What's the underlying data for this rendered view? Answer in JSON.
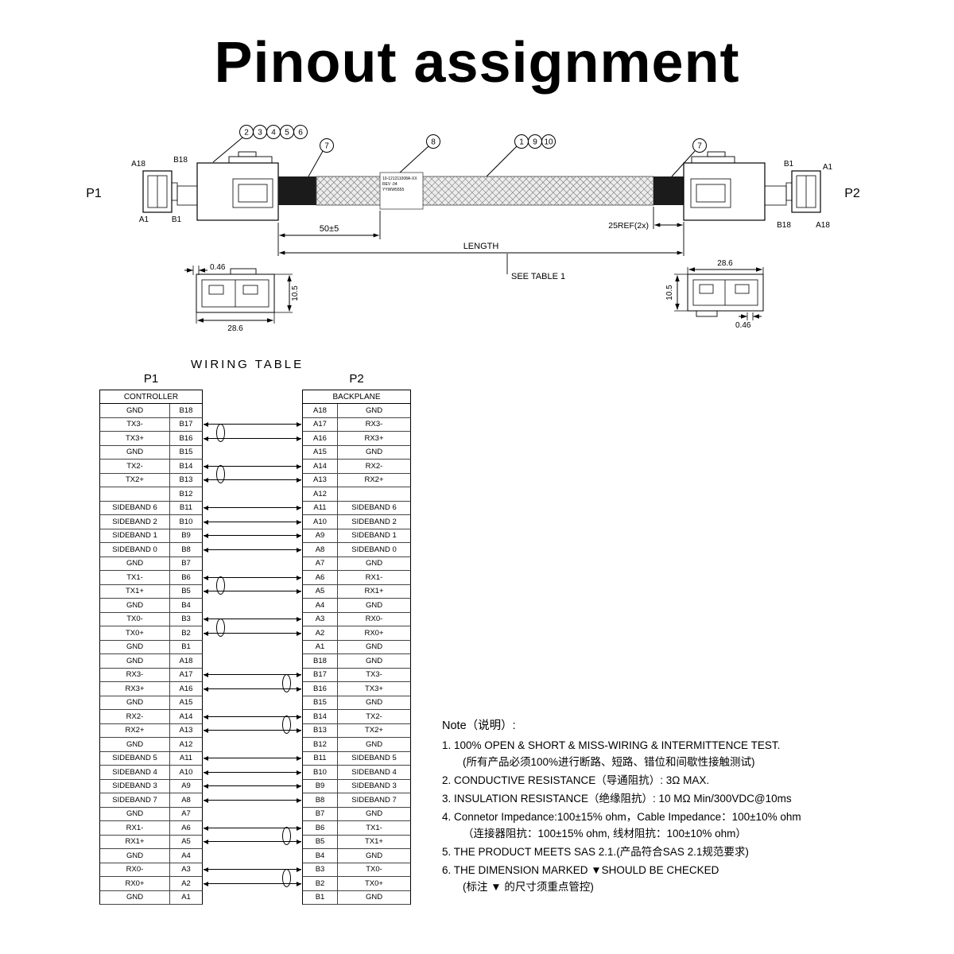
{
  "title": "Pinout assignment",
  "drawing": {
    "p1_label": "P1",
    "p2_label": "P2",
    "balloon_labels": [
      "2",
      "3",
      "4",
      "5",
      "6",
      "7",
      "8",
      "1",
      "9",
      "10",
      "7"
    ],
    "pin_labels": {
      "l_a18": "A18",
      "l_b18": "B18",
      "l_a1": "A1",
      "l_b1": "B1",
      "r_b1": "B1",
      "r_a1": "A1",
      "r_b18": "B18",
      "r_a18": "A18"
    },
    "sticker": [
      "10-121211008A-XX",
      "REV .04",
      "YYWW5555"
    ],
    "dims": {
      "d50": "50±5",
      "d25": "25REF(2x)",
      "length": "LENGTH",
      "see_table": "SEE TABLE 1",
      "lv_w": "0.46",
      "lv_h": "10.5",
      "lv_b": "28.6",
      "rv_t": "28.6",
      "rv_h": "10.5",
      "rv_b": "0.46"
    }
  },
  "wiring": {
    "title": "WIRING TABLE",
    "p1_label": "P1",
    "p2_label": "P2",
    "p1_subtitle": "CONTROLLER",
    "p2_subtitle": "BACKPLANE",
    "rows": [
      {
        "l_sig": "GND",
        "l_pin": "B18",
        "r_pin": "A18",
        "r_sig": "GND",
        "conn": "none"
      },
      {
        "l_sig": "TX3-",
        "l_pin": "B17",
        "r_pin": "A17",
        "r_sig": "RX3-",
        "conn": "pt-l"
      },
      {
        "l_sig": "TX3+",
        "l_pin": "B16",
        "r_pin": "A16",
        "r_sig": "RX3+",
        "conn": "pb"
      },
      {
        "l_sig": "GND",
        "l_pin": "B15",
        "r_pin": "A15",
        "r_sig": "GND",
        "conn": "none"
      },
      {
        "l_sig": "TX2-",
        "l_pin": "B14",
        "r_pin": "A14",
        "r_sig": "RX2-",
        "conn": "pt-l"
      },
      {
        "l_sig": "TX2+",
        "l_pin": "B13",
        "r_pin": "A13",
        "r_sig": "RX2+",
        "conn": "pb"
      },
      {
        "l_sig": "",
        "l_pin": "B12",
        "r_pin": "A12",
        "r_sig": "",
        "conn": "none"
      },
      {
        "l_sig": "SIDEBAND 6",
        "l_pin": "B11",
        "r_pin": "A11",
        "r_sig": "SIDEBAND 6",
        "conn": "single"
      },
      {
        "l_sig": "SIDEBAND 2",
        "l_pin": "B10",
        "r_pin": "A10",
        "r_sig": "SIDEBAND 2",
        "conn": "single"
      },
      {
        "l_sig": "SIDEBAND 1",
        "l_pin": "B9",
        "r_pin": "A9",
        "r_sig": "SIDEBAND 1",
        "conn": "single"
      },
      {
        "l_sig": "SIDEBAND 0",
        "l_pin": "B8",
        "r_pin": "A8",
        "r_sig": "SIDEBAND 0",
        "conn": "single"
      },
      {
        "l_sig": "GND",
        "l_pin": "B7",
        "r_pin": "A7",
        "r_sig": "GND",
        "conn": "none"
      },
      {
        "l_sig": "TX1-",
        "l_pin": "B6",
        "r_pin": "A6",
        "r_sig": "RX1-",
        "conn": "pt-l"
      },
      {
        "l_sig": "TX1+",
        "l_pin": "B5",
        "r_pin": "A5",
        "r_sig": "RX1+",
        "conn": "pb"
      },
      {
        "l_sig": "GND",
        "l_pin": "B4",
        "r_pin": "A4",
        "r_sig": "GND",
        "conn": "none"
      },
      {
        "l_sig": "TX0-",
        "l_pin": "B3",
        "r_pin": "A3",
        "r_sig": "RX0-",
        "conn": "pt-l"
      },
      {
        "l_sig": "TX0+",
        "l_pin": "B2",
        "r_pin": "A2",
        "r_sig": "RX0+",
        "conn": "pb"
      },
      {
        "l_sig": "GND",
        "l_pin": "B1",
        "r_pin": "A1",
        "r_sig": "GND",
        "conn": "none"
      },
      {
        "l_sig": "GND",
        "l_pin": "A18",
        "r_pin": "B18",
        "r_sig": "GND",
        "conn": "none"
      },
      {
        "l_sig": "RX3-",
        "l_pin": "A17",
        "r_pin": "B17",
        "r_sig": "TX3-",
        "conn": "pt-r"
      },
      {
        "l_sig": "RX3+",
        "l_pin": "A16",
        "r_pin": "B16",
        "r_sig": "TX3+",
        "conn": "pb"
      },
      {
        "l_sig": "GND",
        "l_pin": "A15",
        "r_pin": "B15",
        "r_sig": "GND",
        "conn": "none"
      },
      {
        "l_sig": "RX2-",
        "l_pin": "A14",
        "r_pin": "B14",
        "r_sig": "TX2-",
        "conn": "pt-r"
      },
      {
        "l_sig": "RX2+",
        "l_pin": "A13",
        "r_pin": "B13",
        "r_sig": "TX2+",
        "conn": "pb"
      },
      {
        "l_sig": "GND",
        "l_pin": "A12",
        "r_pin": "B12",
        "r_sig": "GND",
        "conn": "none"
      },
      {
        "l_sig": "SIDEBAND 5",
        "l_pin": "A11",
        "r_pin": "B11",
        "r_sig": "SIDEBAND 5",
        "conn": "single"
      },
      {
        "l_sig": "SIDEBAND 4",
        "l_pin": "A10",
        "r_pin": "B10",
        "r_sig": "SIDEBAND 4",
        "conn": "single"
      },
      {
        "l_sig": "SIDEBAND 3",
        "l_pin": "A9",
        "r_pin": "B9",
        "r_sig": "SIDEBAND 3",
        "conn": "single"
      },
      {
        "l_sig": "SIDEBAND 7",
        "l_pin": "A8",
        "r_pin": "B8",
        "r_sig": "SIDEBAND 7",
        "conn": "single"
      },
      {
        "l_sig": "GND",
        "l_pin": "A7",
        "r_pin": "B7",
        "r_sig": "GND",
        "conn": "none"
      },
      {
        "l_sig": "RX1-",
        "l_pin": "A6",
        "r_pin": "B6",
        "r_sig": "TX1-",
        "conn": "pt-r"
      },
      {
        "l_sig": "RX1+",
        "l_pin": "A5",
        "r_pin": "B5",
        "r_sig": "TX1+",
        "conn": "pb"
      },
      {
        "l_sig": "GND",
        "l_pin": "A4",
        "r_pin": "B4",
        "r_sig": "GND",
        "conn": "none"
      },
      {
        "l_sig": "RX0-",
        "l_pin": "A3",
        "r_pin": "B3",
        "r_sig": "TX0-",
        "conn": "pt-r"
      },
      {
        "l_sig": "RX0+",
        "l_pin": "A2",
        "r_pin": "B2",
        "r_sig": "TX0+",
        "conn": "pb"
      },
      {
        "l_sig": "GND",
        "l_pin": "A1",
        "r_pin": "B1",
        "r_sig": "GND",
        "conn": "none"
      }
    ]
  },
  "notes": {
    "heading": "Note（说明）:",
    "items": [
      {
        "main": "1. 100% OPEN & SHORT & MISS-WIRING & INTERMITTENCE TEST.",
        "sub": "(所有产品必须100%进行断路、短路、错位和间歇性接触测试)"
      },
      {
        "main": "2. CONDUCTIVE RESISTANCE（导通阻抗）: 3Ω MAX.",
        "sub": ""
      },
      {
        "main": "3. INSULATION RESISTANCE（绝缘阻抗）: 10 MΩ Min/300VDC@10ms",
        "sub": ""
      },
      {
        "main": "4. Connetor Impedance:100±15% ohm，Cable Impedance：100±10% ohm",
        "sub": "（连接器阻抗：100±15% ohm, 线材阻抗：100±10% ohm）"
      },
      {
        "main": "5. THE PRODUCT MEETS SAS 2.1.(产品符合SAS 2.1规范要求)",
        "sub": ""
      },
      {
        "main": "6. THE DIMENSION MARKED ▼SHOULD BE CHECKED",
        "sub": "(标注 ▼ 的尺寸须重点管控)"
      }
    ]
  }
}
